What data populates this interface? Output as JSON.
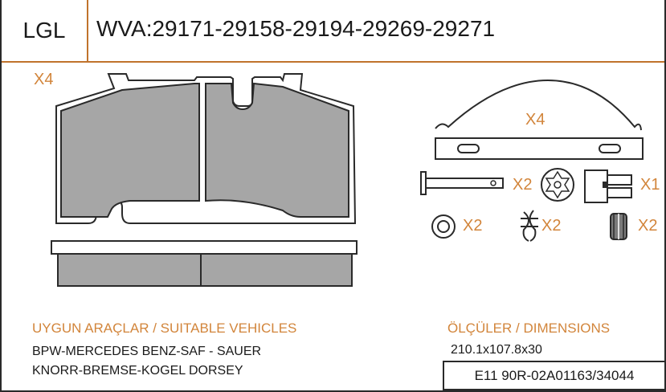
{
  "header": {
    "brand": "LGL",
    "wva": "WVA:29171-29158-29194-29269-29271"
  },
  "drawing": {
    "pad_quantity": "X4",
    "spring_quantity": "X4",
    "pin_quantity": "X2",
    "washer_star_quantity": "X2",
    "sensor_quantity": "X1",
    "ring_quantity": "X2",
    "clip_quantity": "X2",
    "sleeve_quantity": "X2"
  },
  "vehicles": {
    "title": "UYGUN ARAÇLAR / SUITABLE VEHICLES",
    "line1": "BPW-MERCEDES BENZ-SAF - SAUER",
    "line2": "KNORR-BREMSE-KOGEL DORSEY"
  },
  "dimensions": {
    "title": "ÖLÇÜLER / DIMENSIONS",
    "value": "210.1x107.8x30"
  },
  "approval": "E11 90R-02A01163/34044",
  "colors": {
    "accent": "#d2853b",
    "border": "#c0732c",
    "line": "#2a2a2a",
    "pad_fill": "#a6a6a6"
  }
}
